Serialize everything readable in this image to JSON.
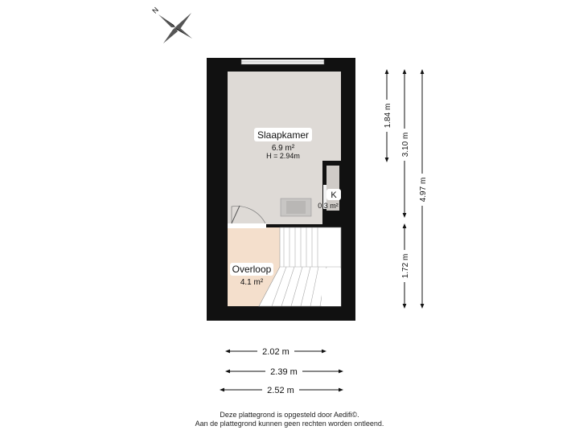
{
  "rooms": {
    "slaapkamer": {
      "name": "Slaapkamer",
      "area": "6.9 m²",
      "height": "H = 2.94m"
    },
    "kast": {
      "name": "K",
      "area": "0.3 m²"
    },
    "overloop": {
      "name": "Overloop",
      "area": "4.1 m²"
    }
  },
  "dimensions": {
    "vertical": [
      "1.84 m",
      "3.10 m",
      "4.97 m",
      "1.72 m"
    ],
    "horizontal": [
      "2.02 m",
      "2.39 m",
      "2.52 m"
    ]
  },
  "compass": {
    "icon": "compass-rose-icon",
    "north_label": "N"
  },
  "footer": {
    "line1": "Deze plattegrond is opgesteld door Aedifi©.",
    "line2": "Aan de plattegrond kunnen geen rechten worden ontleend."
  },
  "colors": {
    "wall": "#111111",
    "bedroom_floor": "#dedad6",
    "landing_floor": "#f4dfcc",
    "stairs": "#ffffff"
  }
}
